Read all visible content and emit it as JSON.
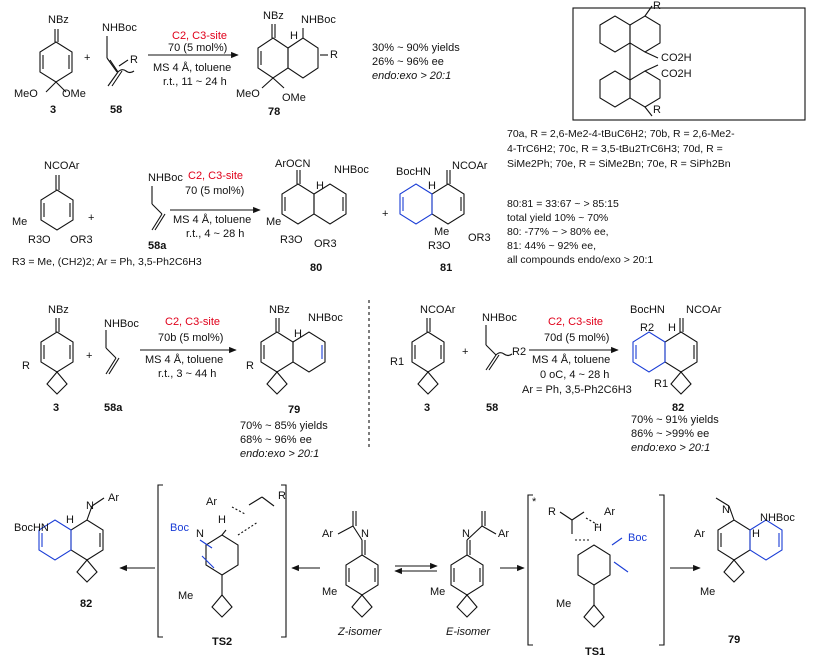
{
  "colors": {
    "accent_red": "#e0001a",
    "accent_blue": "#1a3dd6",
    "line": "#111111"
  },
  "row1": {
    "sm1_group": "NBz",
    "sm1_sub_left": "MeO",
    "sm1_sub_right": "OMe",
    "sm1_num": "3",
    "plus": "+",
    "sm2_group": "NHBoc",
    "sm2_sub": "R",
    "sm2_num": "58",
    "cond_site": "C2, C3-site",
    "cond_cat": "70 (5 mol%)",
    "cond_solvent": "MS 4 Å, toluene",
    "cond_time": "r.t., 11 ~ 24 h",
    "prod_nbz": "NBz",
    "prod_nhboc": "NHBoc",
    "prod_h": "H",
    "prod_r": "R",
    "prod_meo": "MeO",
    "prod_ome": "OMe",
    "prod_num": "78",
    "yield": "30% ~ 90% yields",
    "ee": "26% ~ 96% ee",
    "endo": "endo:exo > 20:1"
  },
  "catalyst": {
    "r_top": "R",
    "co2h_1": "CO2H",
    "co2h_2": "CO2H",
    "r_bot": "R",
    "legend_l1": "70a, R = 2,6-Me2-4-tBuC6H2; 70b, R = 2,6-Me2-",
    "legend_l2": "4-TrC6H2; 70c, R = 3,5-tBu2TrC6H3; 70d, R =",
    "legend_l3": "SiMe2Ph; 70e, R = SiMe2Bn; 70e, R = SiPh2Bn"
  },
  "row2": {
    "sm1_group": "NCOAr",
    "sm1_me": "Me",
    "sm1_or": "R3O",
    "sm1_or2": "OR3",
    "plus": "+",
    "sm2_group": "NHBoc",
    "sm2_num": "58a",
    "r3_note": "R3 = Me, (CH2)2; Ar = Ph, 3,5-Ph2C6H3",
    "cond_site": "C2, C3-site",
    "cond_cat": "70 (5 mol%)",
    "cond_solvent": "MS 4 Å, toluene",
    "cond_time": "r.t., 4 ~ 28 h",
    "p80_arocn": "ArOCN",
    "p80_nhboc": "NHBoc",
    "p80_h": "H",
    "p80_me": "Me",
    "p80_or": "R3O",
    "p80_or2": "OR3",
    "p80_num": "80",
    "plus2": "+",
    "p81_bochn": "BocHN",
    "p81_ncoar": "NCOAr",
    "p81_h": "H",
    "p81_me": "Me",
    "p81_or": "R3O",
    "p81_or2": "OR3",
    "p81_num": "81",
    "res_ratio": "80:81 = 33:67 ~ > 85:15",
    "res_total": "total yield 10% ~ 70%",
    "res_ee80": "80: -77% ~ > 80% ee,",
    "res_ee81": "81: 44% ~ 92% ee,",
    "res_endo": "all compounds endo/exo > 20:1"
  },
  "row3left": {
    "sm1_group": "NBz",
    "sm1_r": "R",
    "sm1_num": "3",
    "plus": "+",
    "sm2_group": "NHBoc",
    "sm2_num": "58a",
    "cond_site": "C2, C3-site",
    "cond_cat": "70b (5 mol%)",
    "cond_solvent": "MS 4 Å, toluene",
    "cond_time": "r.t., 3 ~ 44 h",
    "prod_nbz": "NBz",
    "prod_nhboc": "NHBoc",
    "prod_h": "H",
    "prod_r": "R",
    "prod_num": "79",
    "yield": "70% ~ 85% yields",
    "ee": "68% ~ 96% ee",
    "endo": "endo:exo > 20:1"
  },
  "row3right": {
    "sm1_group": "NCOAr",
    "sm1_r": "R1",
    "sm1_num": "3",
    "plus": "+",
    "sm2_group": "NHBoc",
    "sm2_r": "R2",
    "sm2_num": "58",
    "cond_site": "C2, C3-site",
    "cond_cat": "70d (5 mol%)",
    "cond_solvent": "MS 4 Å, toluene",
    "cond_time": "0 oC, 4 ~ 28 h",
    "cond_ar": "Ar = Ph, 3,5-Ph2C6H3",
    "prod_bochn": "BocHN",
    "prod_ncoar": "NCOAr",
    "prod_r2": "R2",
    "prod_h": "H",
    "prod_r1": "R1",
    "prod_num": "82",
    "yield": "70% ~ 91% yields",
    "ee": "86% ~ >99% ee",
    "endo": "endo:exo > 20:1"
  },
  "row4": {
    "p82_bochn": "BocHN",
    "p82_h": "H",
    "p82_n": "N",
    "p82_ar": "Ar",
    "p82_num": "82",
    "ts2_ar": "Ar",
    "ts2_boc": "Boc",
    "ts2_n": "N",
    "ts2_h": "H",
    "ts2_r": "R",
    "ts2_me": "Me",
    "ts2_label": "TS2",
    "z_ar": "Ar",
    "z_n": "N",
    "z_me": "Me",
    "z_label": "Z-isomer",
    "e_ar": "Ar",
    "e_n": "N",
    "e_me": "Me",
    "e_label": "E-isomer",
    "ts1_star": "*",
    "ts1_r": "R",
    "ts1_ar": "Ar",
    "ts1_boc": "Boc",
    "ts1_h": "H",
    "ts1_me": "Me",
    "ts1_label": "TS1",
    "p79_ar": "Ar",
    "p79_n": "N",
    "p79_nhboc": "NHBoc",
    "p79_h": "H",
    "p79_me": "Me",
    "p79_num": "79"
  }
}
